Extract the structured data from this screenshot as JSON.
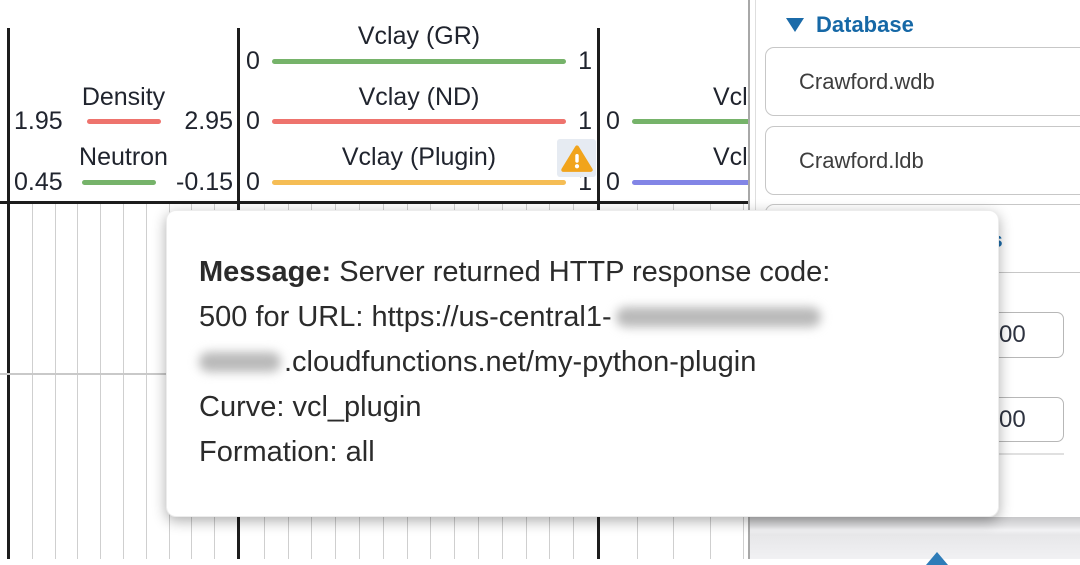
{
  "colors": {
    "red_curve": "#EE736D",
    "green_curve": "#76B36A",
    "orange_curve": "#F5BD55",
    "purple_curve": "#8285E6",
    "accent_blue": "#1B6BA9",
    "warning_amber": "#F1A41C"
  },
  "header_tracks": {
    "tracks": [
      {
        "curves": [
          {
            "row": 2,
            "label": "Density",
            "min": "1.95",
            "max": "2.95",
            "color": "#EE736D",
            "short_line": true
          },
          {
            "row": 3,
            "label": "Neutron",
            "min": "0.45",
            "max": "-0.15",
            "color": "#76B36A",
            "short_line": true
          }
        ]
      },
      {
        "curves": [
          {
            "row": 1,
            "label": "Vclay (GR)",
            "min": "0",
            "max": "1",
            "color": "#76B36A"
          },
          {
            "row": 2,
            "label": "Vclay (ND)",
            "min": "0",
            "max": "1",
            "color": "#EE736D"
          },
          {
            "row": 3,
            "label": "Vclay (Plugin)",
            "min": "0",
            "max": "1",
            "color": "#F5BD55",
            "warning": true
          }
        ]
      },
      {
        "curves": [
          {
            "row": 2,
            "label": "Vcla",
            "min": "0",
            "max": "",
            "color": "#76B36A",
            "clipped": true
          },
          {
            "row": 3,
            "label": "Vcl",
            "min": "0",
            "max": "",
            "color": "#8285E6",
            "clipped": true
          }
        ]
      }
    ]
  },
  "tooltip": {
    "label": "Message:",
    "line1": "Server returned HTTP response code:",
    "line2_prefix": "500 for URL: https://us-central1-",
    "line2_redacted": true,
    "line3_redacted": true,
    "line3_suffix": ".cloudfunctions.net/my-python-plugin",
    "line4": "Curve: vcl_plugin",
    "line5": "Formation: all"
  },
  "sidebar": {
    "section_label": "Database",
    "items": [
      "Crawford.wdb",
      "Crawford.ldb"
    ],
    "partial_item_suffix": "s",
    "partial_values": [
      "00",
      "00"
    ]
  }
}
